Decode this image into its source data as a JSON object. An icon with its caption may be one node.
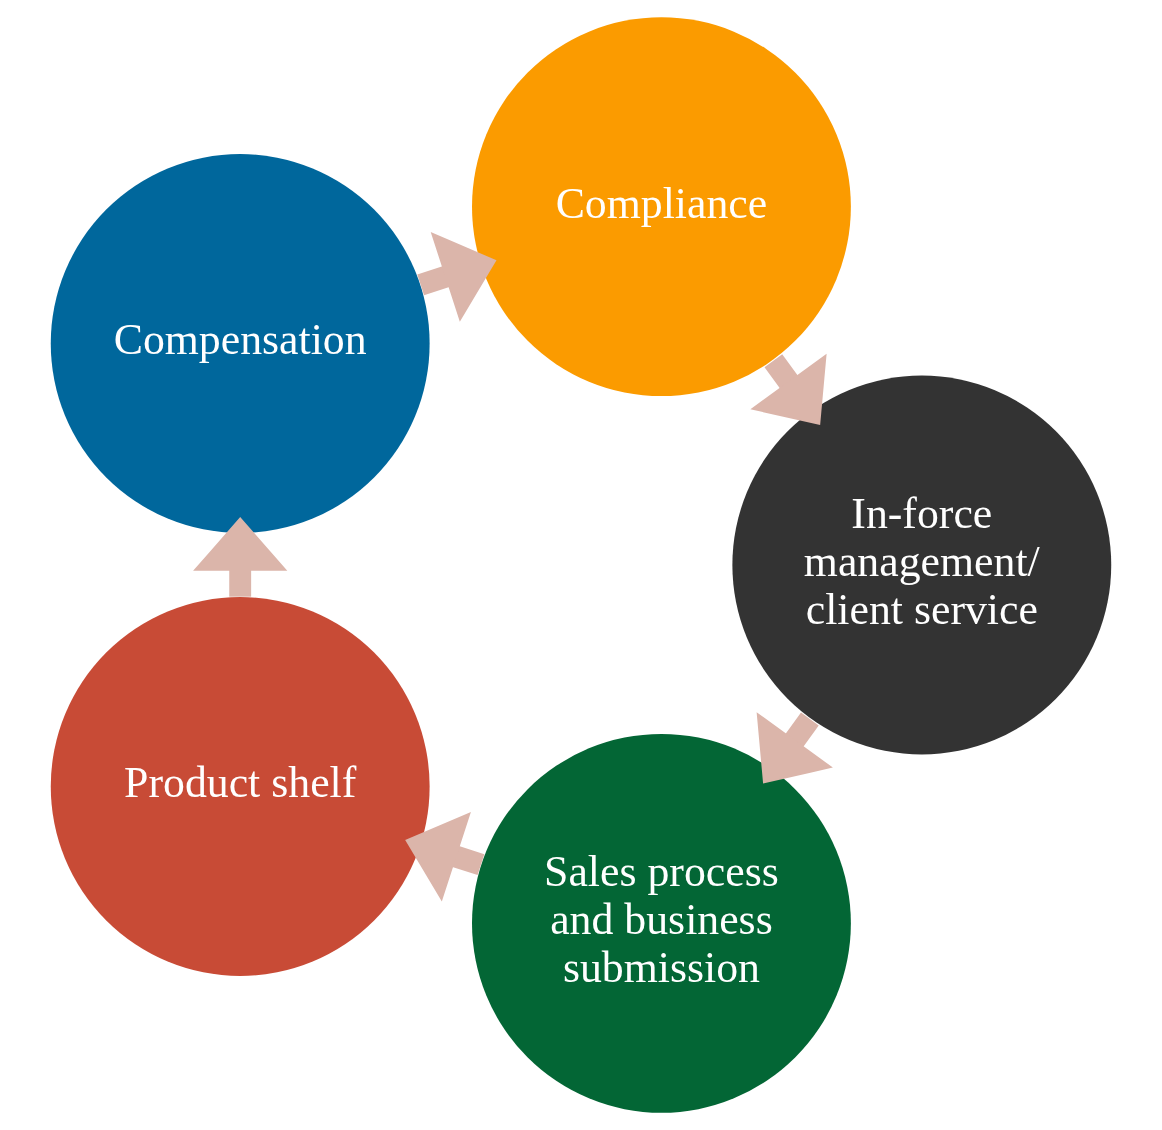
{
  "diagram": {
    "nodes": [
      {
        "text": [
          "Sales process and business submission"
        ]
      },
      {
        "text": [
          "Product shelf"
        ]
      },
      {
        "text": [
          "Compensation"
        ]
      },
      {
        "text": [
          "Compliance"
        ]
      },
      {
        "text": [
          "In-force management/ client service"
        ]
      }
    ],
    "edges": [
      {
        "from": 0,
        "to": 1,
        "arrow": "to"
      },
      {
        "from": 1,
        "to": 2,
        "arrow": "to"
      },
      {
        "from": 2,
        "to": 3,
        "arrow": "to"
      },
      {
        "from": 3,
        "to": 4,
        "arrow": "to"
      },
      {
        "from": 4,
        "to": 0,
        "arrow": "to"
      }
    ]
  }
}
